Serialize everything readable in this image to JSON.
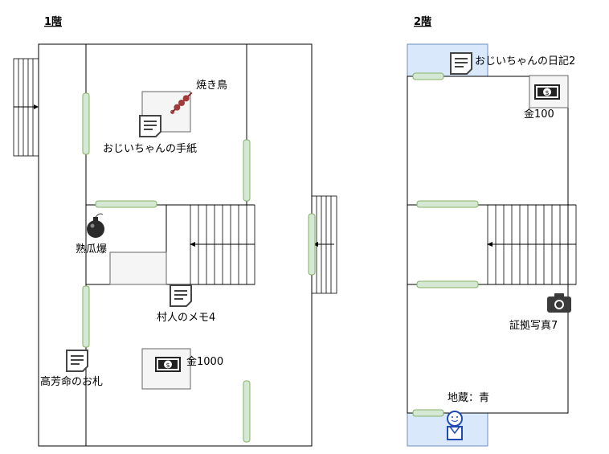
{
  "floor1": {
    "title": "1階",
    "labels": {
      "yakitori": "焼き鳥",
      "grandpa_letter": "おじいちゃんの手紙",
      "bomb": "熟瓜爆",
      "villager_memo": "村人のメモ4",
      "charm": "高芳命のお札",
      "money": "金1000"
    }
  },
  "floor2": {
    "title": "2階",
    "labels": {
      "diary": "おじいちゃんの日記2",
      "money": "金100",
      "photo": "証拠写真7",
      "jizo": "地蔵：青"
    }
  },
  "colors": {
    "door_fill": "#d5e8d4",
    "door_stroke": "#82b366",
    "highlight": "#dae8fc",
    "item_box": "#f5f5f5"
  },
  "icons": [
    "memo-icon",
    "skewer-icon",
    "bomb-icon",
    "money-icon",
    "camera-icon",
    "jizo-icon",
    "arrow-icon"
  ]
}
